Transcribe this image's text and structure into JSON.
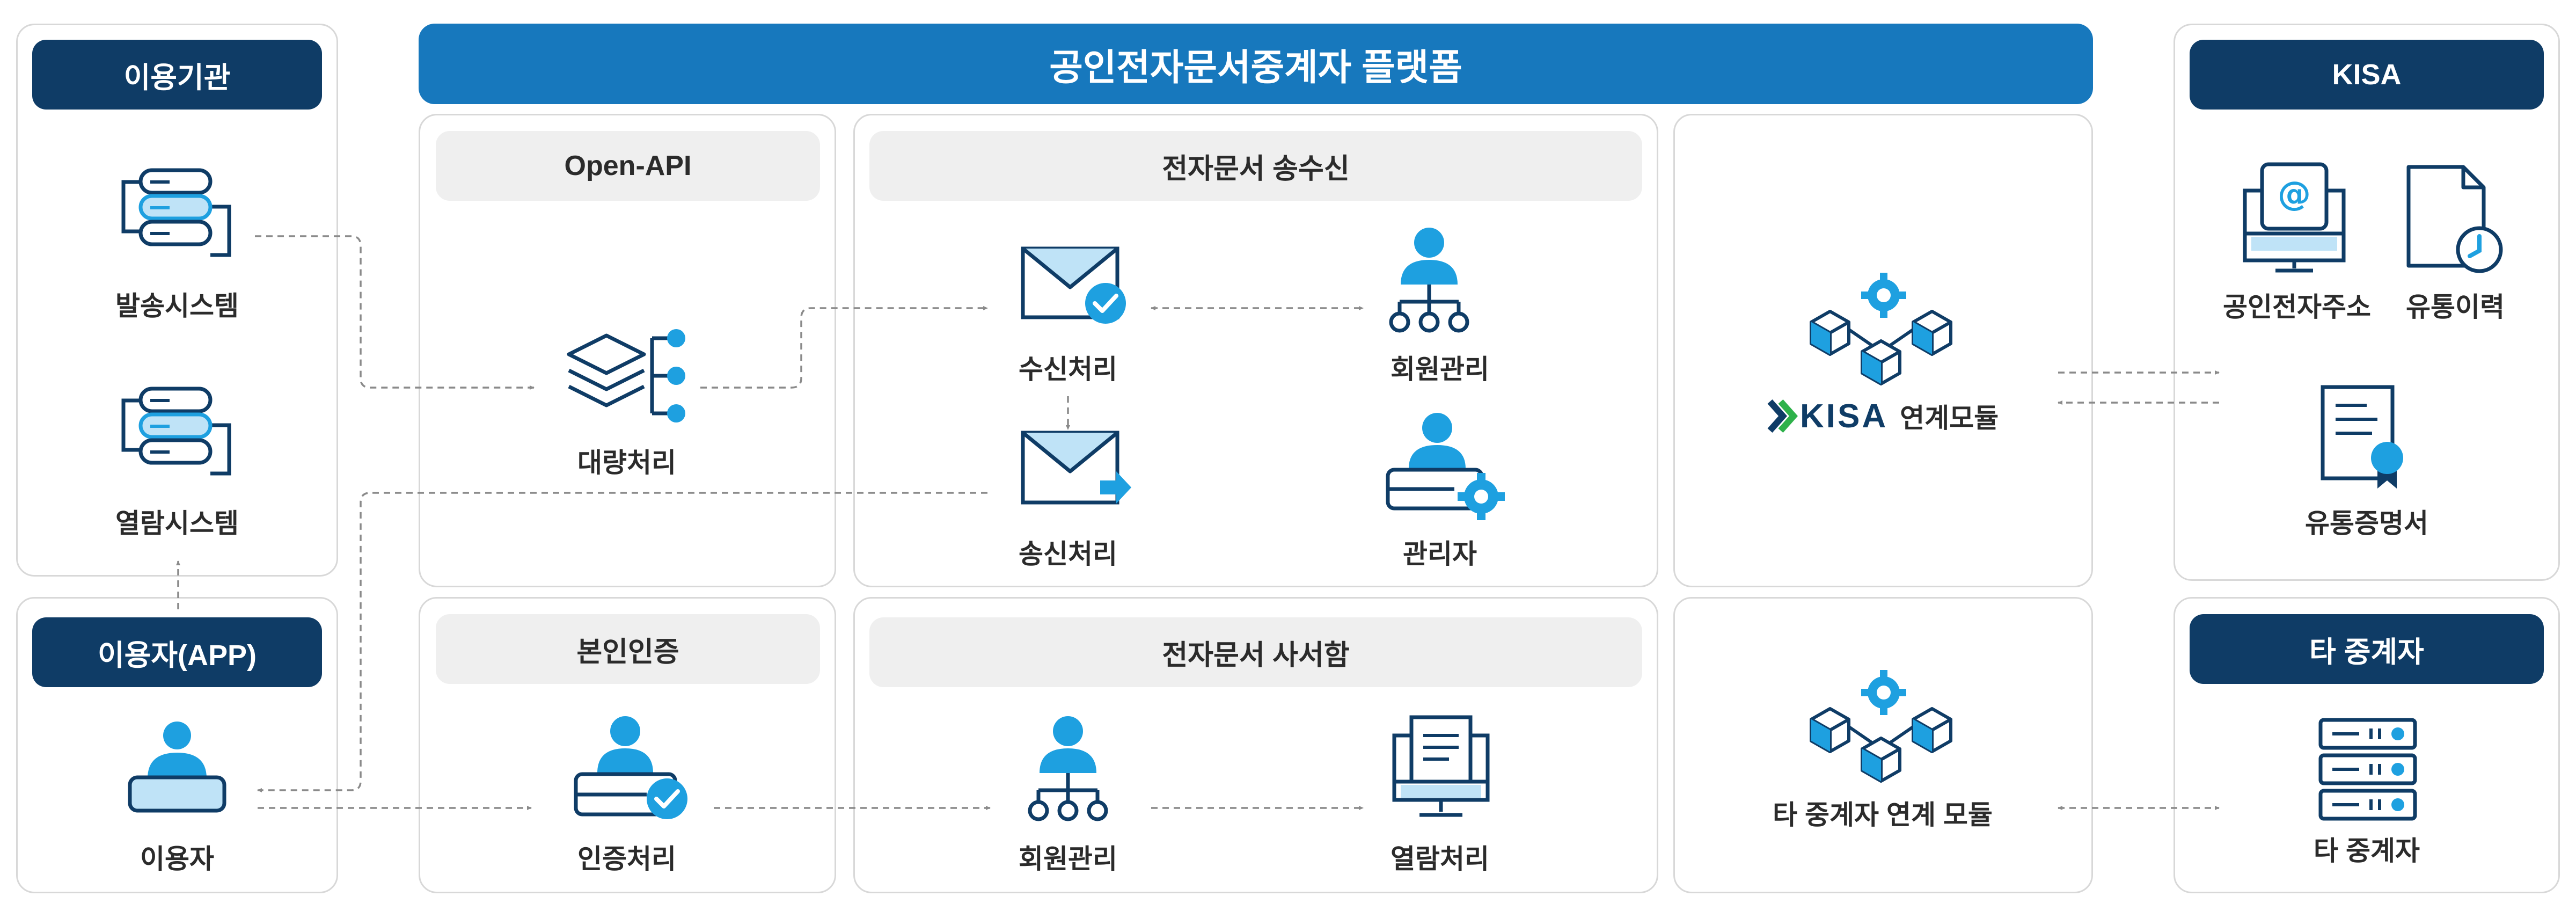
{
  "platform": {
    "title": "공인전자문서중계자 플랫폼"
  },
  "panels": {
    "user_org": {
      "header": "이용기관",
      "send_system": "발송시스템",
      "view_system": "열람시스템"
    },
    "user_app": {
      "header": "이용자(APP)",
      "user": "이용자"
    },
    "open_api": {
      "header": "Open-API",
      "bulk": "대량처리"
    },
    "transfer": {
      "header": "전자문서 송수신",
      "receive": "수신처리",
      "member": "회원관리",
      "send": "송신처리",
      "admin": "관리자"
    },
    "kisa_module": {
      "logo_text": "KISA",
      "label": "연계모듈"
    },
    "identity": {
      "header": "본인인증",
      "auth": "인증처리"
    },
    "mailbox": {
      "header": "전자문서 사서함",
      "member": "회원관리",
      "view": "열람처리"
    },
    "other_module": {
      "label": "타 중계자 연계 모듈"
    },
    "kisa": {
      "header": "KISA",
      "address": "공인전자주소",
      "history": "유통이력",
      "certificate": "유통증명서"
    },
    "other_relay": {
      "header": "타 중계자",
      "label": "타 중계자"
    }
  },
  "colors": {
    "navy": "#0f3c66",
    "blue": "#1778bd",
    "accent": "#1ea0e0",
    "light_blue": "#bfe3f7"
  }
}
